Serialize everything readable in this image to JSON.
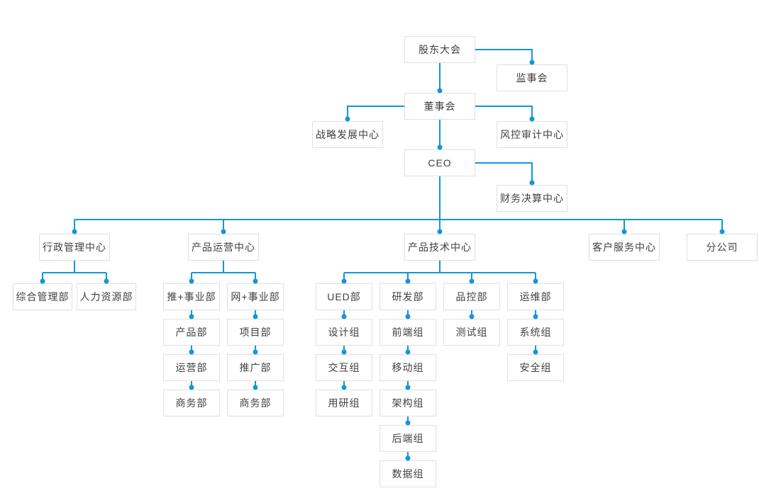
{
  "diagram": {
    "type": "org-chart",
    "colors": {
      "line": "#1296db",
      "dot": "#1296db",
      "box_border": "#e0e0e0",
      "box_bg": "#ffffff",
      "text": "#404040",
      "background": "#ffffff"
    },
    "nodes": [
      {
        "id": "shareholders-meeting",
        "label": "股东大会",
        "parent": null
      },
      {
        "id": "supervisory-board",
        "label": "监事会",
        "parent": "shareholders-meeting"
      },
      {
        "id": "board-of-directors",
        "label": "董事会",
        "parent": "shareholders-meeting"
      },
      {
        "id": "strategy-dev-center",
        "label": "战略发展中心",
        "parent": "board-of-directors"
      },
      {
        "id": "risk-audit-center",
        "label": "风控审计中心",
        "parent": "board-of-directors"
      },
      {
        "id": "ceo",
        "label": "CEO",
        "parent": "board-of-directors"
      },
      {
        "id": "finance-settlement-center",
        "label": "财务决算中心",
        "parent": "ceo"
      },
      {
        "id": "admin-mgmt-center",
        "label": "行政管理中心",
        "parent": "ceo"
      },
      {
        "id": "product-ops-center",
        "label": "产品运营中心",
        "parent": "ceo"
      },
      {
        "id": "product-tech-center",
        "label": "产品技术中心",
        "parent": "ceo"
      },
      {
        "id": "customer-service-center",
        "label": "客户服务中心",
        "parent": "ceo"
      },
      {
        "id": "branch-company",
        "label": "分公司",
        "parent": "ceo"
      },
      {
        "id": "general-mgmt-dept",
        "label": "综合管理部",
        "parent": "admin-mgmt-center"
      },
      {
        "id": "hr-dept",
        "label": "人力资源部",
        "parent": "admin-mgmt-center"
      },
      {
        "id": "tui-plus-bu",
        "label": "推+事业部",
        "parent": "product-ops-center"
      },
      {
        "id": "wang-plus-bu",
        "label": "网+事业部",
        "parent": "product-ops-center"
      },
      {
        "id": "product-dept",
        "label": "产品部",
        "parent": "tui-plus-bu"
      },
      {
        "id": "project-dept",
        "label": "项目部",
        "parent": "wang-plus-bu"
      },
      {
        "id": "operation-dept",
        "label": "运营部",
        "parent": "product-dept"
      },
      {
        "id": "promotion-dept",
        "label": "推广部",
        "parent": "project-dept"
      },
      {
        "id": "business-dept-1",
        "label": "商务部",
        "parent": "operation-dept"
      },
      {
        "id": "business-dept-2",
        "label": "商务部",
        "parent": "promotion-dept"
      },
      {
        "id": "ued-dept",
        "label": "UED部",
        "parent": "product-tech-center"
      },
      {
        "id": "rd-dept",
        "label": "研发部",
        "parent": "product-tech-center"
      },
      {
        "id": "qc-dept",
        "label": "品控部",
        "parent": "product-tech-center"
      },
      {
        "id": "om-dept",
        "label": "运维部",
        "parent": "product-tech-center"
      },
      {
        "id": "design-group",
        "label": "设计组",
        "parent": "ued-dept"
      },
      {
        "id": "frontend-group",
        "label": "前端组",
        "parent": "rd-dept"
      },
      {
        "id": "testing-group",
        "label": "测试组",
        "parent": "qc-dept"
      },
      {
        "id": "system-group",
        "label": "系统组",
        "parent": "om-dept"
      },
      {
        "id": "interaction-group",
        "label": "交互组",
        "parent": "design-group"
      },
      {
        "id": "mobile-group",
        "label": "移动组",
        "parent": "frontend-group"
      },
      {
        "id": "security-group",
        "label": "安全组",
        "parent": "system-group"
      },
      {
        "id": "user-research-group",
        "label": "用研组",
        "parent": "interaction-group"
      },
      {
        "id": "architecture-group",
        "label": "架构组",
        "parent": "mobile-group"
      },
      {
        "id": "backend-group",
        "label": "后端组",
        "parent": "architecture-group"
      },
      {
        "id": "data-group",
        "label": "数据组",
        "parent": "backend-group"
      }
    ]
  }
}
